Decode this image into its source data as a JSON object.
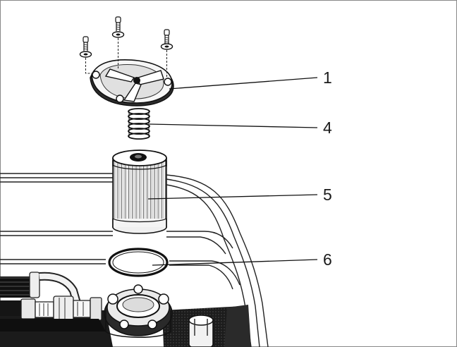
{
  "diagram": {
    "callouts": [
      {
        "id": "cover",
        "label": "1"
      },
      {
        "id": "spring",
        "label": "4"
      },
      {
        "id": "filter",
        "label": "5"
      },
      {
        "id": "seal",
        "label": "6"
      }
    ]
  }
}
